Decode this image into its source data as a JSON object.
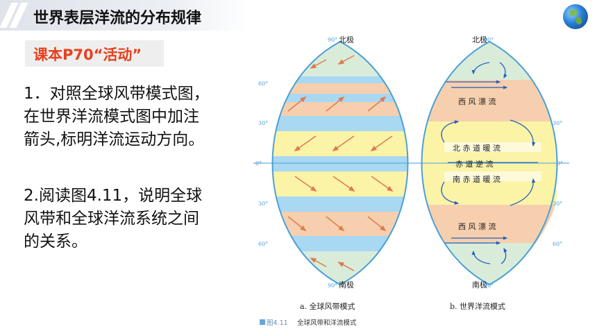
{
  "header": {
    "title": "世界表层洋流的分布规律"
  },
  "badge": {
    "text": "课本P70“活动”"
  },
  "paragraph1": {
    "lines": [
      "1．对照全球风带模式图，",
      "在世界洋流模式图中加注",
      "箭头,标明洋流运动方向。"
    ]
  },
  "paragraph2": {
    "lines": [
      "2.阅读图4.11，说明全球",
      "风带和全球洋流系统之间",
      "的关系。"
    ]
  },
  "figure": {
    "left": {
      "north_label": "北极",
      "south_label": "南极",
      "lat_90n": "90°",
      "lat_90s": "90°",
      "lat_60n": "60°",
      "lat_30n": "30°",
      "lat_0": "0°",
      "lat_30s": "30°",
      "lat_60s": "60°",
      "caption": "a. 全球风带模式"
    },
    "right": {
      "north_label": "北极",
      "south_label": "南极",
      "lat_90n": "90°",
      "lat_90s": "90°",
      "lat_30n": "30°",
      "lat_0": "0°",
      "lat_30s": "30°",
      "lat_60s": "60°",
      "westerly_n": "西 风 漂 流",
      "north_eq": "北 赤 道 暖 流",
      "counter": "赤 道 逆 流",
      "south_eq": "南 赤 道 暖 流",
      "westerly_s": "西 风 漂 流",
      "caption": "b. 世界洋流模式"
    },
    "caption": {
      "number": "图4.11",
      "text": "全球风带和洋流模式"
    },
    "colors": {
      "polar": "#d9ecd9",
      "westerly": "#f6cfae",
      "trade": "#fbf3a6",
      "calm": "#a9d8f2",
      "outline": "#4a9fd6",
      "arrow": "#e07a50",
      "current": "#1f5fbf"
    }
  }
}
